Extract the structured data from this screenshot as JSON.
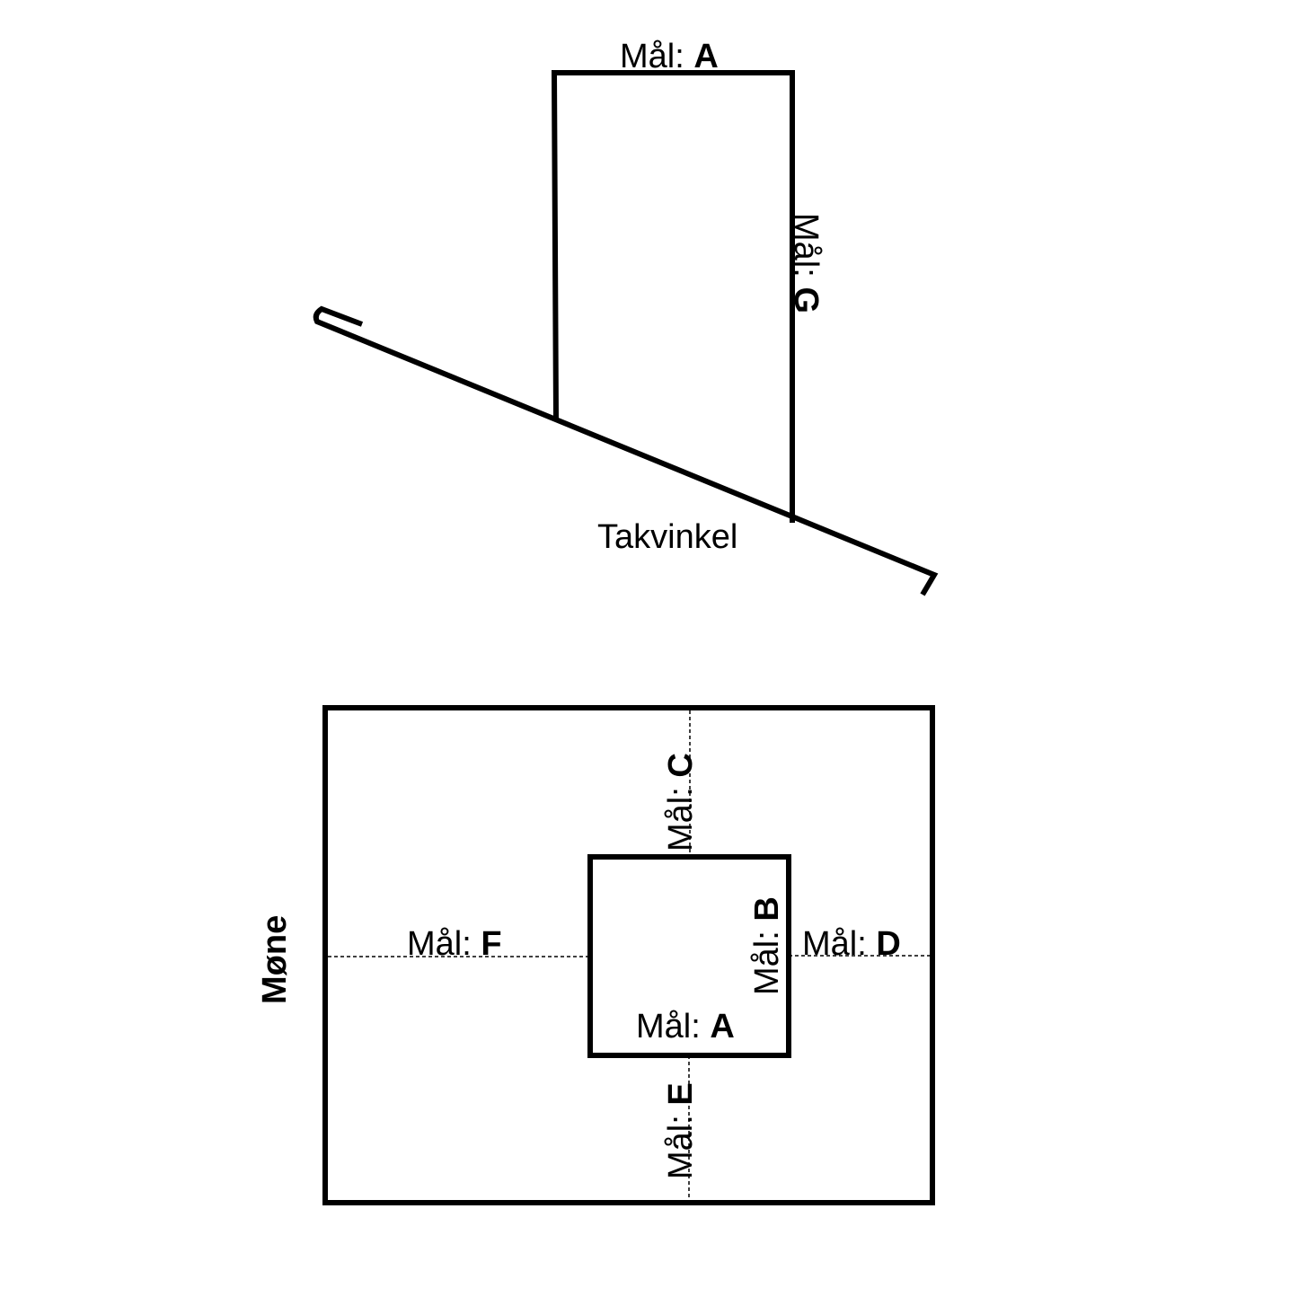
{
  "side_view": {
    "top_label": {
      "prefix": "Mål: ",
      "key": "A"
    },
    "right_label": {
      "prefix": "Mål: ",
      "key": "G"
    },
    "roof_label": "Takvinkel"
  },
  "plan_view": {
    "ridge_label": "Møne",
    "label_c": {
      "prefix": "Mål: ",
      "key": "C"
    },
    "label_b": {
      "prefix": "Mål: ",
      "key": "B"
    },
    "label_d": {
      "prefix": "Mål: ",
      "key": "D"
    },
    "label_f": {
      "prefix": "Mål: ",
      "key": "F"
    },
    "label_a": {
      "prefix": "Mål: ",
      "key": "A"
    },
    "label_e": {
      "prefix": "Mål: ",
      "key": "E"
    }
  }
}
